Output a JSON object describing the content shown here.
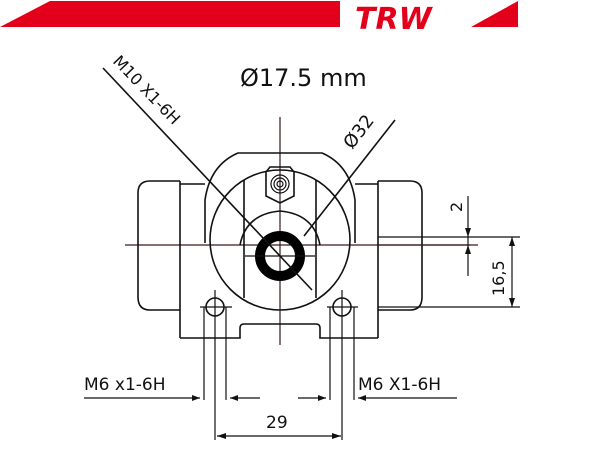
{
  "header": {
    "brand": "TRW",
    "brand_color": "#e2001a"
  },
  "drawing": {
    "title": "Ø17.5 mm",
    "labels": {
      "inlet_thread": "M10 X1-6H",
      "outer_diameter": "Ø32",
      "offset_small": "2",
      "offset_height": "16,5",
      "mount_thread_left": "M6 x1-6H",
      "mount_thread_right": "M6 X1-6H",
      "hole_spacing": "29"
    }
  }
}
